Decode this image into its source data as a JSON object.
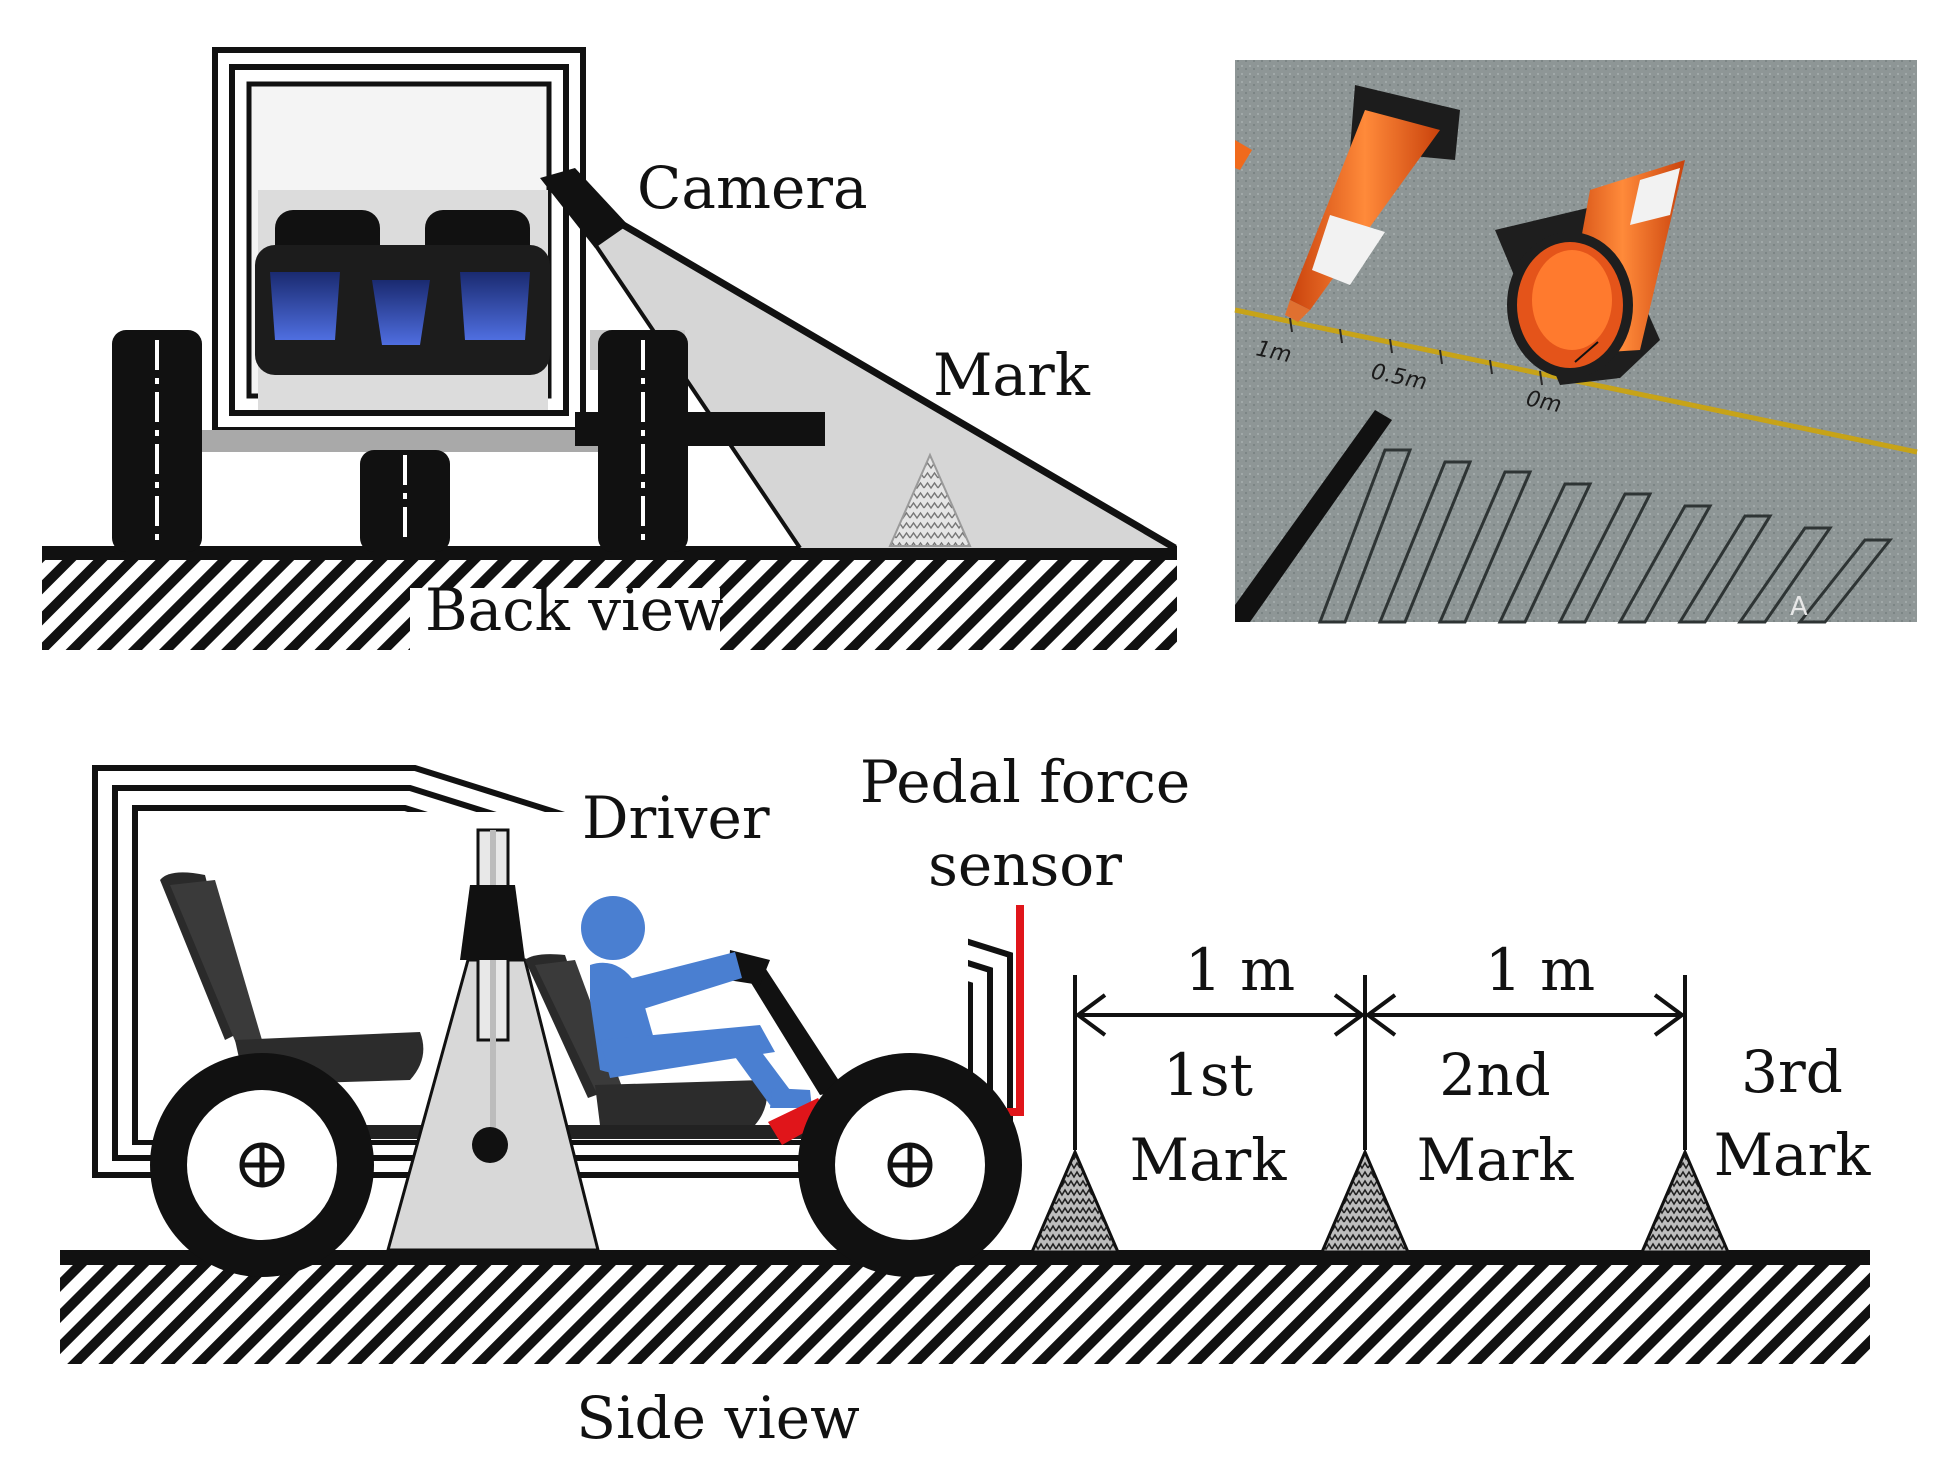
{
  "back_view": {
    "camera_label": "Camera",
    "mark_label": "Mark",
    "caption": "Back view"
  },
  "photo": {
    "tape_labels": [
      "1m",
      "0.5m",
      "0m"
    ],
    "corner_letter": "A"
  },
  "side_view": {
    "driver_label": "Driver",
    "sensor_label_line1": "Pedal force",
    "sensor_label_line2": "sensor",
    "spacing_1": "1 m",
    "spacing_2": "1 m",
    "mark1_line1": "1st",
    "mark1_line2": "Mark",
    "mark2_line1": "2nd",
    "mark2_line2": "Mark",
    "mark3_line1": "3rd",
    "mark3_line2": "Mark",
    "caption": "Side view"
  },
  "colors": {
    "driver_figure": "#4a7fd1",
    "sensor_wire": "#e0151a",
    "cone_orange": "#f06a1c",
    "ground_hatch": "#111111"
  }
}
